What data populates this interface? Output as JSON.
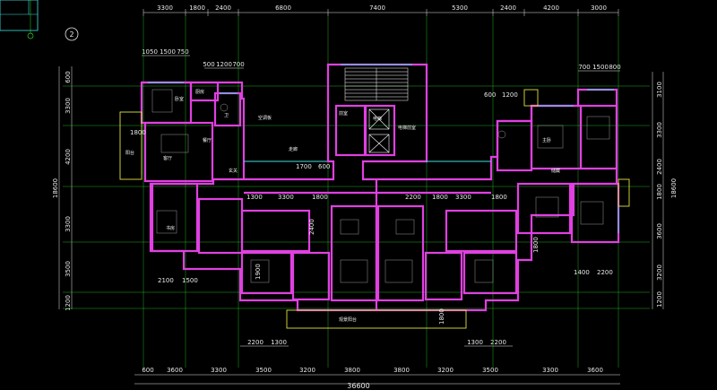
{
  "plan": {
    "colors": {
      "background": "#000000",
      "wall": "#e040e0",
      "axis": "#2ad82a",
      "dimension": "#e8e8e8",
      "window": "#40e0e0",
      "stair": "#ffffff",
      "balcony": "#e0e040",
      "furniture": "#9a9a9a"
    },
    "top_dims": [
      "3300",
      "1800",
      "2400",
      "6800",
      "7400",
      "5300",
      "2400",
      "4200",
      "3000"
    ],
    "top_sub_left": [
      "1050",
      "1500",
      "750"
    ],
    "top_sub_center": [
      "500",
      "1200",
      "700"
    ],
    "top_sub_right": [
      "700",
      "1500",
      "800"
    ],
    "left_dims": [
      "600",
      "3300",
      "4200",
      "3300",
      "3500",
      "1200"
    ],
    "left_total": "18600",
    "right_dims": [
      "3100",
      "3300",
      "2400",
      "1800",
      "3600",
      "3200",
      "1200"
    ],
    "right_total": "18600",
    "bottom_dims": [
      "600",
      "3600",
      "3300",
      "3500",
      "3200",
      "3800",
      "3800",
      "3200",
      "3500",
      "3300",
      "3600"
    ],
    "bottom_total": "36600",
    "bottom_sub_left": [
      "2200",
      "1300"
    ],
    "bottom_sub_right": [
      "1300",
      "2200"
    ],
    "interior_dims": [
      "1800",
      "1700",
      "600",
      "1300",
      "3300",
      "1800",
      "2200",
      "1800",
      "3300",
      "1800",
      "1400",
      "2200",
      "2100",
      "1500",
      "2400",
      "1900",
      "1200",
      "600",
      "1800",
      "1800"
    ],
    "axis_bubble": "2",
    "room_labels": [
      "卧室",
      "厨房",
      "餐厅",
      "客厅",
      "卫",
      "阳台",
      "玄关",
      "前室",
      "电梯",
      "电梯前室",
      "走廊",
      "空调板",
      "观景阳台",
      "储藏",
      "书房",
      "主卧"
    ]
  }
}
